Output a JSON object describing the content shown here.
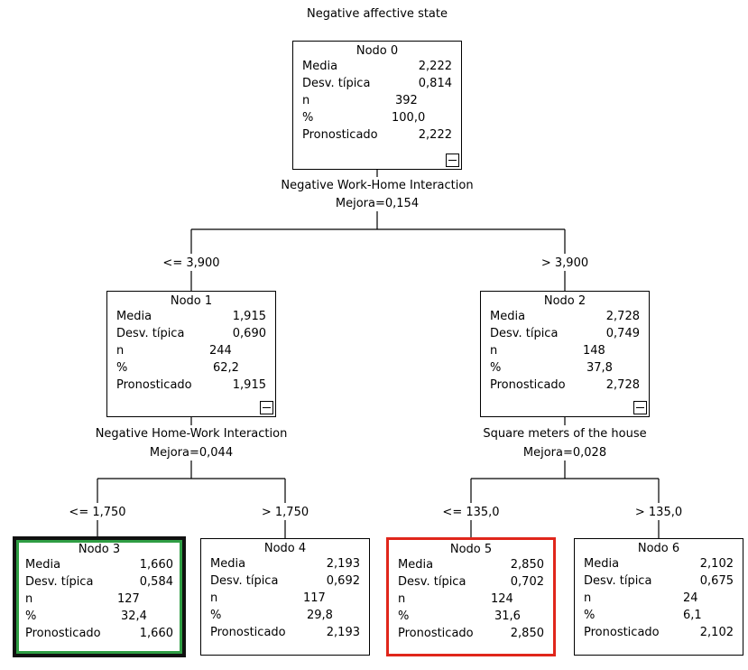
{
  "title": "Negative affective state",
  "row_labels": [
    "Media",
    "Desv. típica",
    "n",
    "%",
    "Pronosticado"
  ],
  "splits": [
    {
      "variable": "Negative Work-Home Interaction",
      "improvement": "Mejora=0,154",
      "left": "<= 3,900",
      "right": "> 3,900"
    },
    {
      "variable": "Negative Home-Work Interaction",
      "improvement": "Mejora=0,044",
      "left": "<= 1,750",
      "right": "> 1,750"
    },
    {
      "variable": "Square meters of the house",
      "improvement": "Mejora=0,028",
      "left": "<= 135,0",
      "right": "> 135,0"
    }
  ],
  "nodes": [
    {
      "name": "Nodo 0",
      "media": "2,222",
      "desv": "0,814",
      "n": "392",
      "pct": "100,0",
      "pron": "2,222"
    },
    {
      "name": "Nodo 1",
      "media": "1,915",
      "desv": "0,690",
      "n": "244",
      "pct": "62,2",
      "pron": "1,915"
    },
    {
      "name": "Nodo 2",
      "media": "2,728",
      "desv": "0,749",
      "n": "148",
      "pct": "37,8",
      "pron": "2,728"
    },
    {
      "name": "Nodo 3",
      "media": "1,660",
      "desv": "0,584",
      "n": "127",
      "pct": "32,4",
      "pron": "1,660",
      "highlight": "#2f9e44"
    },
    {
      "name": "Nodo 4",
      "media": "2,193",
      "desv": "0,692",
      "n": "117",
      "pct": "29,8",
      "pron": "2,193"
    },
    {
      "name": "Nodo 5",
      "media": "2,850",
      "desv": "0,702",
      "n": "124",
      "pct": "31,6",
      "pron": "2,850",
      "highlight": "#e0261b"
    },
    {
      "name": "Nodo 6",
      "media": "2,102",
      "desv": "0,675",
      "n": "24",
      "pct": "6,1",
      "pron": "2,102"
    }
  ]
}
